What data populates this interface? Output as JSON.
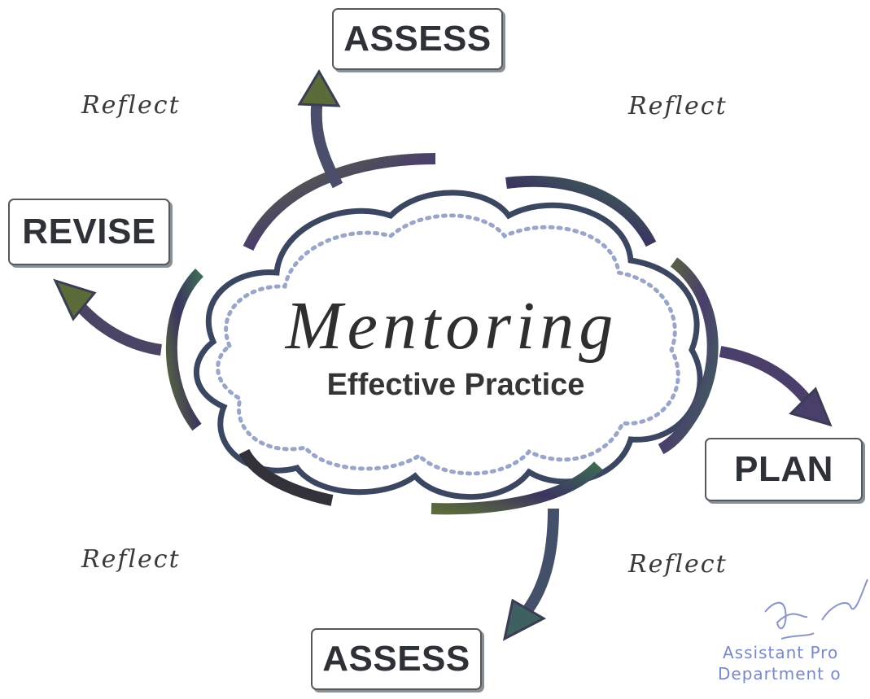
{
  "diagram": {
    "center_title": "Mentoring",
    "center_subtitle": "Effective Practice",
    "boxes": {
      "assess_top": "ASSESS",
      "revise": "REVISE",
      "plan": "PLAN",
      "assess_bottom": "ASSESS"
    },
    "reflect_labels": {
      "top_left": "Reflect",
      "top_right": "Reflect",
      "bottom_left": "Reflect",
      "bottom_right": "Reflect"
    }
  },
  "stamp": {
    "line1": "Assistant Pro",
    "line2": "Department o"
  },
  "colors": {
    "arrow_green": "#5b6b3a",
    "arrow_purple": "#4a3f6b",
    "arc_teal": "#3f6060",
    "stamp_blue": "#7b88c6"
  }
}
